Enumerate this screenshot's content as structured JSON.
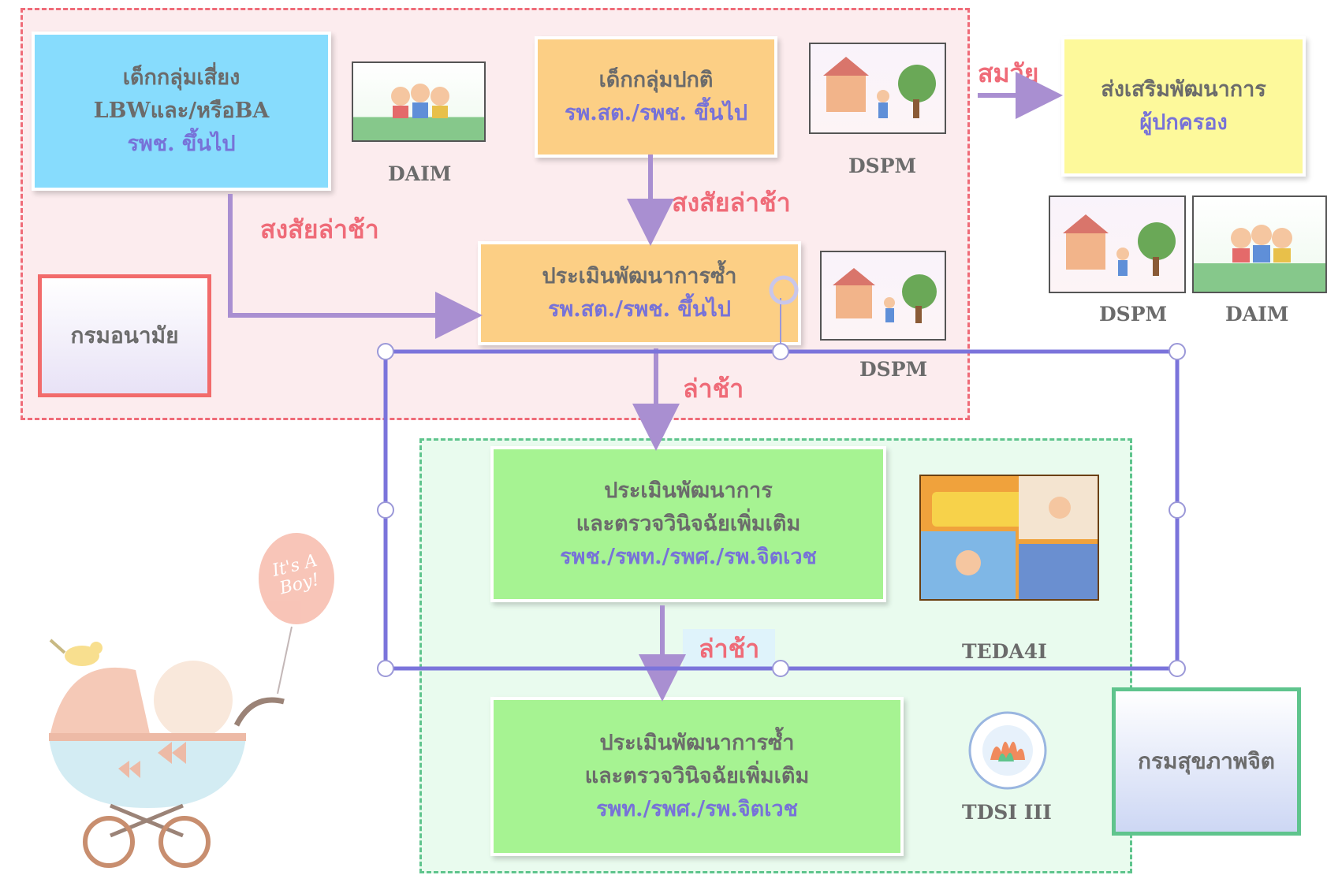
{
  "boxes": {
    "risk": {
      "line1": "เด็กกลุ่มเสี่ยง",
      "line2": "LBWและ/หรือBA",
      "line3": "รพช. ขึ้นไป"
    },
    "normal": {
      "line1": "เด็กกลุ่มปกติ",
      "line2": "รพ.สต./รพช. ขึ้นไป"
    },
    "reassess": {
      "line1": "ประเมินพัฒนาการซ้ำ",
      "line2": "รพ.สต./รพช. ขึ้นไป"
    },
    "promote": {
      "line1": "ส่งเสริมพัฒนาการ",
      "line2": "ผู้ปกครอง"
    },
    "assess": {
      "line1": "ประเมินพัฒนาการ",
      "line2": "และตรวจวินิจฉัยเพิ่มเติม",
      "line3": "รพช./รพท./รพศ./รพ.จิตเวช"
    },
    "reassess2": {
      "line1": "ประเมินพัฒนาการซ้ำ",
      "line2": "และตรวจวินิจฉัยเพิ่มเติม",
      "line3": "รพท./รพศ./รพ.จิตเวช"
    }
  },
  "departments": {
    "anamai": "กรมอนามัย",
    "mental": "กรมสุขภาพจิต"
  },
  "labels": {
    "suspect_delay_left": "สงสัยล่าช้า",
    "suspect_delay_mid": "สงสัยล่าช้า",
    "normal_age": "สมวัย",
    "delay_1": "ล่าช้า",
    "delay_2": "ล่าช้า"
  },
  "captions": {
    "daim_1": "DAIM",
    "dspm_1": "DSPM",
    "dspm_2": "DSPM",
    "dspm_right": "DSPM",
    "daim_right": "DAIM",
    "teda4i": "TEDA4I",
    "tdsi": "TDSI III"
  },
  "balloon": {
    "text": "It's A Boy!"
  },
  "colors": {
    "red_zone": "#ef6b78",
    "green_zone": "#5fc48d",
    "arrow": "#a98fd1",
    "selection": "#7b74db",
    "blue_box": "#87dcfd",
    "orange_box": "#fccf85",
    "yellow_box": "#fdf99b",
    "green_box": "#a6f392"
  }
}
